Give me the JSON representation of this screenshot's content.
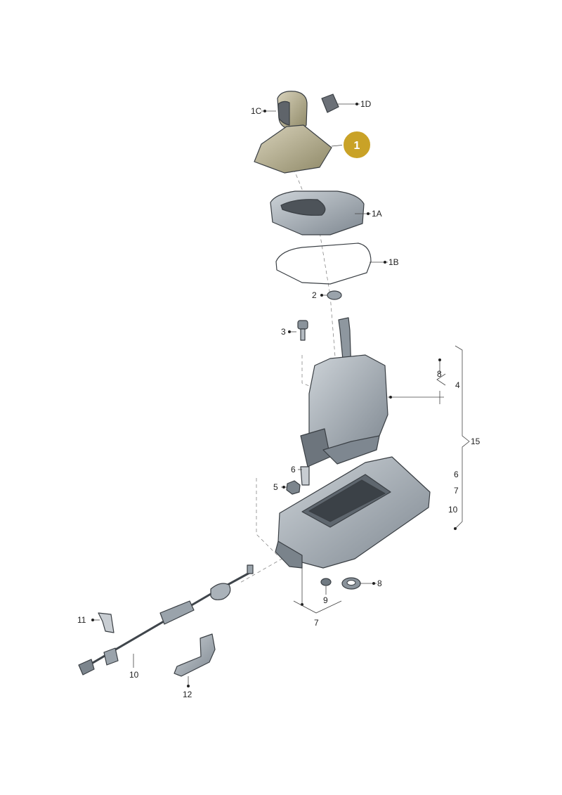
{
  "highlight_color": "#c9a227",
  "part_color": "#9aa3ab",
  "callout": {
    "number": "1"
  },
  "labels": {
    "1A": "1A",
    "1B": "1B",
    "1C": "1C",
    "1D": "1D",
    "2": "2",
    "3": "3",
    "4": "4",
    "5": "5",
    "6a": "6",
    "6b": "6",
    "7a": "7",
    "7b": "7",
    "8a": "8",
    "8b": "8",
    "9": "9",
    "10a": "10",
    "10b": "10",
    "11": "11",
    "12": "12",
    "15": "15"
  }
}
